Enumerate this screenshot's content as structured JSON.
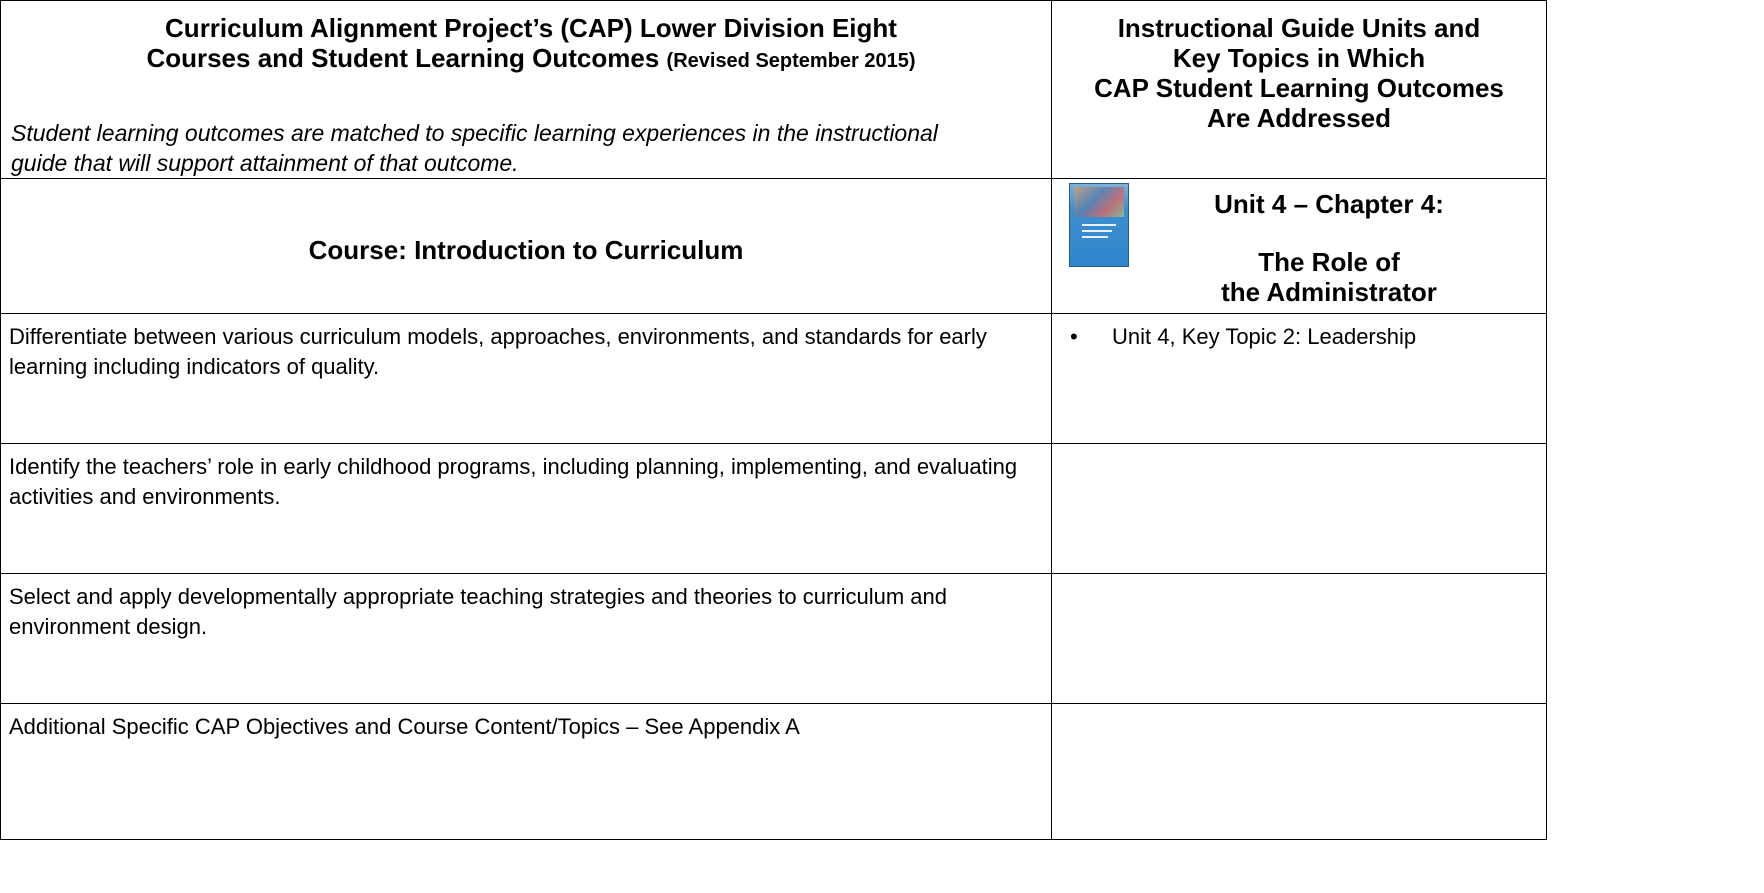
{
  "header": {
    "left_title_line1": "Curriculum Alignment Project’s (CAP) Lower Division Eight",
    "left_title_line2": "Courses and Student Learning Outcomes",
    "left_title_revised": "(Revised September 2015)",
    "left_subtitle": "Student learning outcomes are matched to specific learning experiences in the instructional guide that will support attainment of that outcome.",
    "right_line1": "Instructional Guide Units and",
    "right_line2": "Key Topics in Which",
    "right_line3": "CAP Student Learning Outcomes",
    "right_line4": "Are Addressed"
  },
  "course": {
    "label": "Course:  Introduction to Curriculum"
  },
  "unit": {
    "title": "Unit 4 – Chapter 4:",
    "subtitle_line1": "The Role of",
    "subtitle_line2": "the Administrator",
    "cover_icon": "book-cover-thumbnail"
  },
  "rows": [
    {
      "outcome": "Differentiate between various curriculum models, approaches, environments, and standards for early learning including indicators of quality.",
      "topic": "Unit 4, Key Topic 2: Leadership",
      "bullet": "•"
    },
    {
      "outcome": "Identify the teachers’ role in early childhood programs, including planning, implementing, and evaluating activities and environments.",
      "topic": ""
    },
    {
      "outcome": "Select and apply developmentally appropriate teaching strategies and theories to curriculum and environment design.",
      "topic": ""
    },
    {
      "outcome": "Additional Specific CAP Objectives and Course Content/Topics – See Appendix A",
      "topic": ""
    }
  ]
}
